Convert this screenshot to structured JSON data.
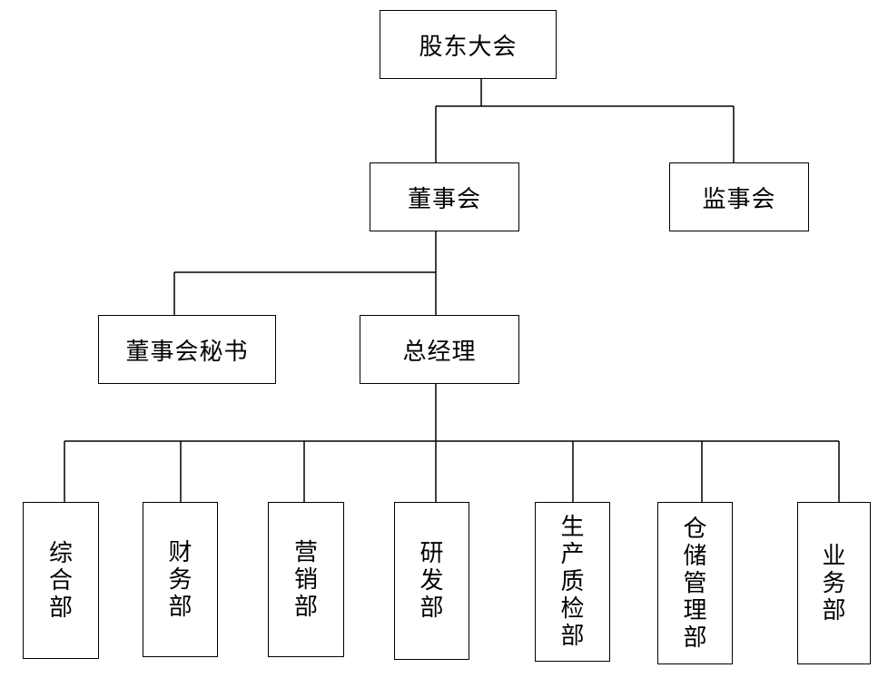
{
  "org_chart": {
    "shareholders_meeting": "股东大会",
    "board_of_directors": "董事会",
    "supervisory_board": "监事会",
    "board_secretary": "董事会秘书",
    "general_manager": "总经理",
    "departments": [
      "综合部",
      "财务部",
      "营销部",
      "研发部",
      "生产质检部",
      "仓储管理部",
      "业务部"
    ]
  }
}
